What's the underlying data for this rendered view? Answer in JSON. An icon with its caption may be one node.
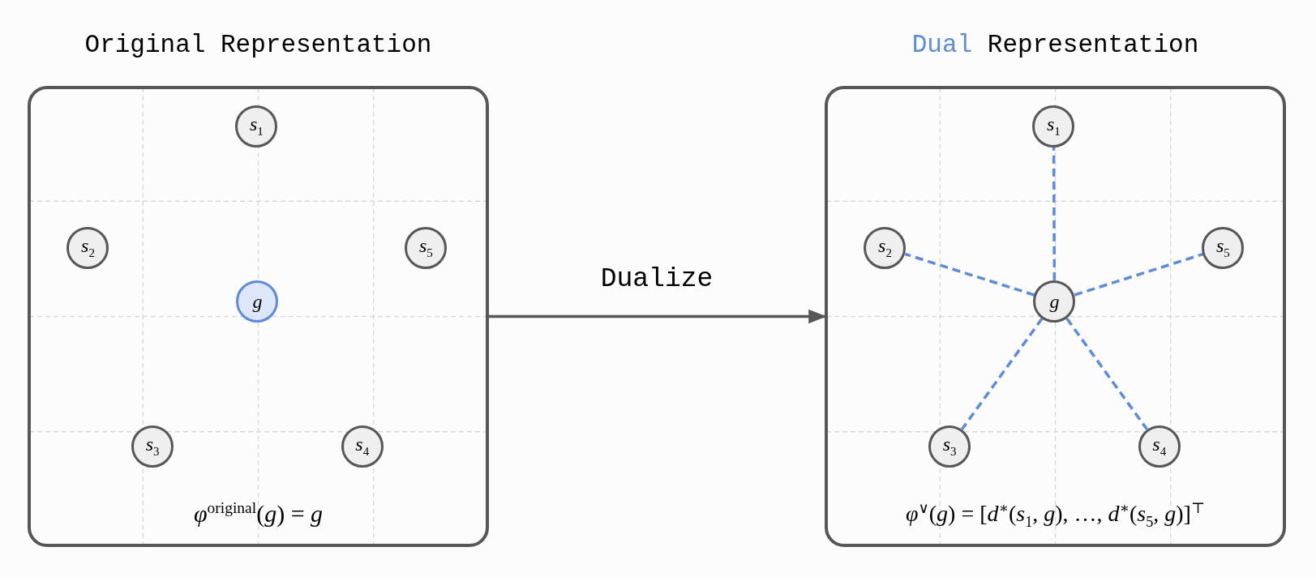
{
  "diagram": {
    "nodes": [
      {
        "text": [
          "Original Representation",
          "*φ*$^{original}$(*g*) = *g*"
        ]
      },
      {
        "text": [
          "*s*$_{1}$"
        ],
        "in": 0
      },
      {
        "text": [
          "*s*$_{2}$"
        ],
        "in": 0
      },
      {
        "text": [
          "*s*$_{5}$"
        ],
        "in": 0
      },
      {
        "text": [
          "g"
        ],
        "in": 0
      },
      {
        "text": [
          "*s*$_{3}$"
        ],
        "in": 0
      },
      {
        "text": [
          "*s*$_{4}$"
        ],
        "in": 0
      },
      {
        "text": [
          "Dual Representation",
          "*φ*$^{∨}$(*g*) = [*d*$^{∗}$(*s*$_{1}$, *g*), …, *d*$^{∗}$(*s*$_{5}$, *g*)]$^{⊤}$"
        ]
      },
      {
        "text": [
          "*s*$_{1}$"
        ],
        "in": 7
      },
      {
        "text": [
          "*s*$_{2}$"
        ],
        "in": 7
      },
      {
        "text": [
          "*s*$_{5}$"
        ],
        "in": 7
      },
      {
        "text": [
          "g"
        ],
        "in": 7
      },
      {
        "text": [
          "*s*$_{3}$"
        ],
        "in": 7
      },
      {
        "text": [
          "*s*$_{4}$"
        ],
        "in": 7
      }
    ],
    "edges": [
      {
        "from": 0,
        "to": 7,
        "arrow": "to",
        "label": "Dualize",
        "color": "#575757"
      },
      {
        "from": 11,
        "to": 8,
        "arrow": "none",
        "style": "dashed",
        "color": "#5b8be1"
      },
      {
        "from": 11,
        "to": 9,
        "arrow": "none",
        "style": "dashed",
        "color": "#5b8be1"
      },
      {
        "from": 11,
        "to": 10,
        "arrow": "none",
        "style": "dashed",
        "color": "#5b8be1"
      },
      {
        "from": 11,
        "to": 12,
        "arrow": "none",
        "style": "dashed",
        "color": "#5b8be1"
      },
      {
        "from": 11,
        "to": 13,
        "arrow": "none",
        "style": "dashed",
        "color": "#5b8be1"
      }
    ]
  }
}
